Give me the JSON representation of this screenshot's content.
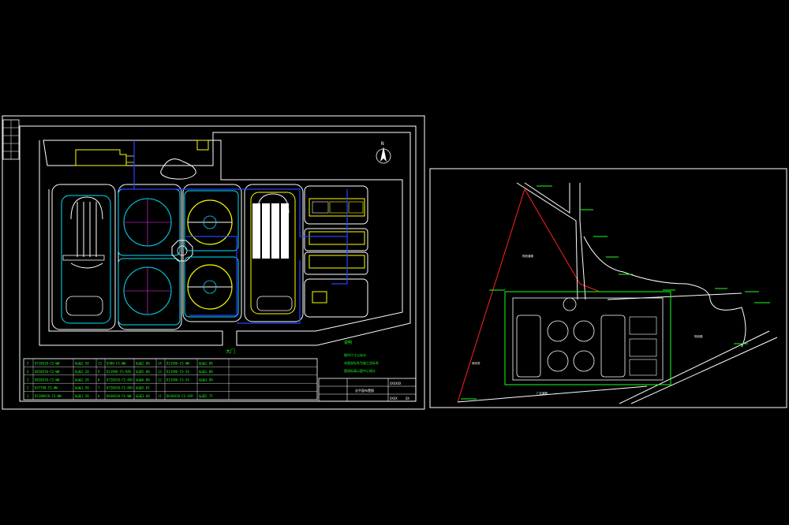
{
  "colors": {
    "background": "#000000",
    "frame": "#ffffff",
    "road": "#ffffff",
    "tank": "#00e0ff",
    "pipe": "#2244ff",
    "accent_yellow": "#ffff00",
    "accent_magenta": "#ff33ff",
    "text_green": "#1aff1a",
    "boundary_red": "#ff2222"
  },
  "sheet1": {
    "gate_label": "大门",
    "north_marker": "N",
    "notes": [
      "说明",
      "图中尺寸以米计",
      "本图坐标系为施工坐标系",
      "管线标高以管中心线计"
    ],
    "title_block": [
      "XXXXXX",
      "总平面布置图",
      "XXXX",
      "XX"
    ],
    "pipe_table": {
      "rows": [
        [
          "5",
          "D720X10-CS-WW",
          "标高2.50",
          "13",
          "D300-CS-WW",
          "标高2.80",
          "14",
          "D219X6-CS-WW",
          "标高2.80"
        ],
        [
          "4",
          "D820X10-CS-WW",
          "标高2.20",
          "9",
          "D219X6-CS-RAS",
          "标高5.00",
          "13",
          "D219X6-CS-SS",
          "标高2.80"
        ],
        [
          "3",
          "D820X10-CS-WW",
          "标高2.20",
          "8",
          "D720X10-CS-RAS",
          "标高6.00",
          "12",
          "D219X6-CS-SS",
          "标高3.90"
        ],
        [
          "2",
          "D377X8-CS-WW",
          "标高1.50",
          "7",
          "D720X10-CS-RAS",
          "标高5.65",
          "",
          "",
          ""
        ],
        [
          "1",
          "D1200X16-CS-WW",
          "标高1.50",
          "6",
          "D630X10-CS-WW",
          "标高3.60",
          "11",
          "D630X10-CS-AIR",
          "标高5.75"
        ]
      ]
    }
  },
  "sheet2": {
    "labels": [
      "规划道路",
      "规划路",
      "绿化带",
      "厂区道路"
    ]
  }
}
